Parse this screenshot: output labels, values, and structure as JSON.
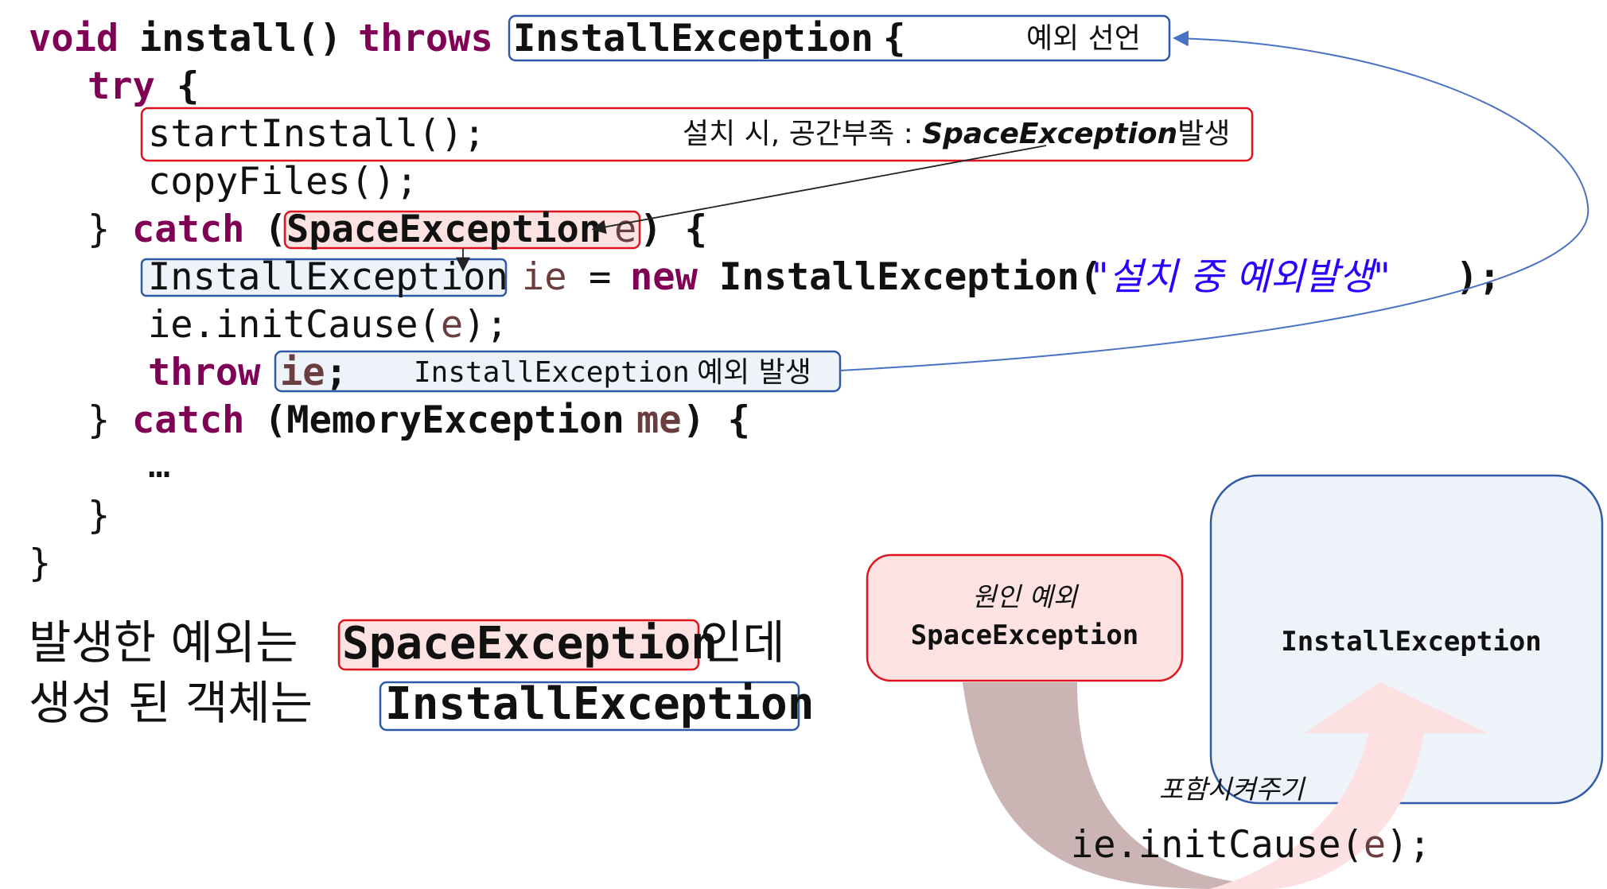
{
  "code": {
    "l1": {
      "kw_void": "void",
      "sig": "install()",
      "kw_throws": "throws",
      "type": "InstallException",
      "brace": "{"
    },
    "l2": {
      "kw_try": "try",
      "brace": "{"
    },
    "l3": {
      "text": "startInstall();"
    },
    "l4": {
      "text": "copyFiles();"
    },
    "l5": {
      "close": "}",
      "kw_catch": "catch",
      "open": "(",
      "type": "SpaceException",
      "var": "e",
      "rest": ") {"
    },
    "l6": {
      "type": "InstallException",
      "var": "ie",
      "eq": "=",
      "kw_new": "new",
      "ctor": "InstallException(",
      "str": "\"설치 중 예외발생\"",
      "end": ");"
    },
    "l7": {
      "pre": "ie.initCause(",
      "var": "e",
      "end": ");"
    },
    "l8": {
      "kw_throw": "throw",
      "var": "ie",
      "semi": ";"
    },
    "l9": {
      "close": "}",
      "kw_catch": "catch",
      "open": "(MemoryException",
      "var": "me",
      "rest": ") {"
    },
    "l10": {
      "text": "…"
    },
    "l11": {
      "text": "}"
    },
    "l12": {
      "text": "}"
    }
  },
  "notes": {
    "declare": "예외 선언",
    "space_prefix": "설치 시, 공간부족 : ",
    "space_exception": "SpaceException",
    "space_suffix": "발생",
    "throw_type": "InstallException",
    "throw_suffix": "예외 발생"
  },
  "sentence": {
    "line1_prefix": "발생한 예외는 ",
    "line1_box": "SpaceException",
    "line1_suffix": "인데",
    "line2_prefix": "생성 된 객체는 ",
    "line2_box": "InstallException"
  },
  "diagram": {
    "cause_label": "원인 예외",
    "cause_name": "SpaceException",
    "outer_name": "InstallException",
    "wrap_label": "포함시켜주기",
    "call_pre": "ie.initCause(",
    "call_var": "e",
    "call_end": ");"
  },
  "colors": {
    "keyword": "#7f0055",
    "variable": "#6a3e3e",
    "string": "#2a00ff",
    "red_box": "#e0141e",
    "blue_box": "#2f5aa8",
    "link_line": "#4a72c4"
  }
}
